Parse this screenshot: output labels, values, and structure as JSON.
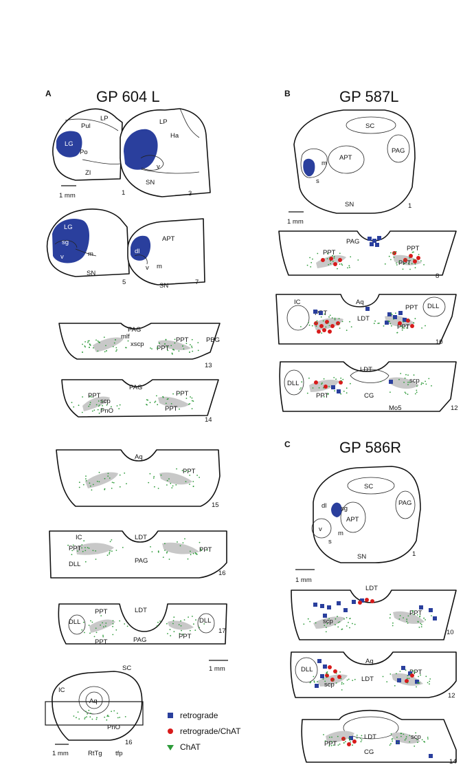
{
  "panels": {
    "A": {
      "letter": "A",
      "title": "GP 604 L"
    },
    "B": {
      "letter": "B",
      "title": "GP 587L"
    },
    "C": {
      "letter": "C",
      "title": "GP 586R"
    }
  },
  "scale_label": "1 mm",
  "section_numbers": {
    "a1": "1",
    "a3": "3",
    "a5": "5",
    "a7": "7",
    "a13": "13",
    "a14": "14",
    "a15": "15",
    "a16": "16",
    "a17": "17",
    "a16b": "16",
    "b1": "1",
    "b8": "8",
    "b10": "10",
    "b12": "12",
    "c1": "1",
    "c10": "10",
    "c12": "12",
    "c14": "14"
  },
  "labels": {
    "LP": "LP",
    "Pul": "Pul",
    "LG": "LG",
    "Po": "Po",
    "ZI": "ZI",
    "Ha": "Ha",
    "v": "v",
    "SN": "SN",
    "sg": "sg",
    "m": "m",
    "dl": "dl",
    "APT": "APT",
    "PAG": "PAG",
    "mlf": "mlf",
    "xscp": "xscp",
    "PPT": "PPT",
    "PBG": "PBG",
    "scp": "scp",
    "PnO": "PnO",
    "Aq": "Aq",
    "IC": "IC",
    "LDT": "LDT",
    "DLL": "DLL",
    "SC": "SC",
    "RtTg": "RtTg",
    "tfp": "tfp",
    "s": "s",
    "CG": "CG",
    "Mo5": "Mo5"
  },
  "legend": [
    {
      "marker": "square",
      "color": "#2a3f9d",
      "label": "retrograde"
    },
    {
      "marker": "circle",
      "color": "#d81b1b",
      "label": "retrograde/ChAT"
    },
    {
      "marker": "triangle",
      "color": "#2e9b3a",
      "label": "ChAT"
    }
  ],
  "colors": {
    "label_fill": "#2a3f9d",
    "retrograde": "#2a3f9d",
    "double": "#d81b1b",
    "chat": "#2e9b3a",
    "ppt_area": "#c8c8c8"
  }
}
